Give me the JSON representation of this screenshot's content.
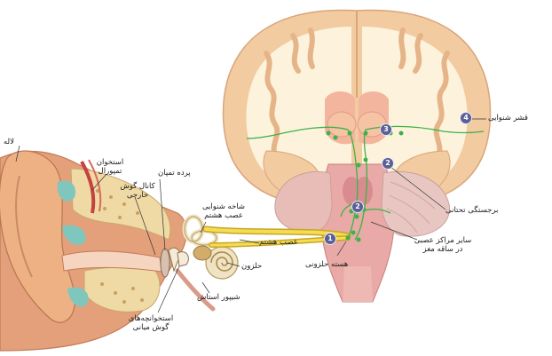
{
  "labels": {
    "pinna": "لاله",
    "temporal_bone": "استخوان تمپورال",
    "ear_canal": "کانال گوش خارجی",
    "eardrum": "پرده تمپان",
    "vestibular_branch": "شاخه شنوایی عصب هشتم",
    "eighth_nerve": "عصب هشتم",
    "cochlea": "حلزون",
    "oval_window": "شیپور استاش",
    "ossicles": "استخوانچه‌های گوش میانی",
    "cochlear_nucleus": "هسته حلزونی",
    "other_centers": "سایر مراکز عصبی در ساقه مغز",
    "thalamus": "برجستگی تحتانی",
    "auditory_cortex": "قشر شنوایی"
  },
  "badges": [
    "1",
    "2",
    "2",
    "3",
    "4"
  ],
  "colors": {
    "cortex_gray": "#f2cba0",
    "white_matter": "#fdf3dc",
    "brain_pink": "#e9a9a6",
    "pathway": "#3bb34a",
    "nerve": "#e8d24a",
    "badge": "#5b5f95"
  }
}
